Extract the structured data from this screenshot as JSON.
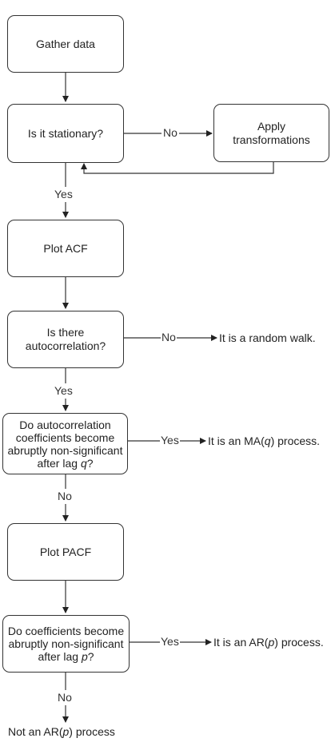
{
  "nodes": {
    "gather": {
      "text": "Gather data"
    },
    "stationary": {
      "text": "Is it stationary?"
    },
    "transform": {
      "line1": "Apply",
      "line2": "transformations"
    },
    "acf": {
      "text": "Plot ACF"
    },
    "autocorr": {
      "line1": "Is there",
      "line2": "autocorrelation?"
    },
    "ma_check": {
      "line1": "Do autocorrelation",
      "line2": "coefficients become",
      "line3": "abruptly non-significant",
      "line4_pre": "after lag ",
      "line4_var": "q",
      "line4_post": "?"
    },
    "pacf": {
      "text": "Plot PACF"
    },
    "ar_check": {
      "line1": "Do coefficients become",
      "line2": "abruptly non-significant",
      "line3_pre": "after lag ",
      "line3_var": "p",
      "line3_post": "?"
    }
  },
  "edges": {
    "stationary_no": "No",
    "stationary_yes": "Yes",
    "autocorr_no": "No",
    "autocorr_yes": "Yes",
    "ma_yes": "Yes",
    "ma_no": "No",
    "ar_yes": "Yes",
    "ar_no": "No"
  },
  "outcomes": {
    "random_walk": {
      "text": "It is a random walk."
    },
    "ma_process": {
      "pre": "It is an MA(",
      "var": "q",
      "post": ") process."
    },
    "ar_process": {
      "pre": "It is an AR(",
      "var": "p",
      "post": ") process."
    },
    "not_ar": {
      "pre": "Not an AR(",
      "var": "p",
      "post": ") process"
    }
  }
}
